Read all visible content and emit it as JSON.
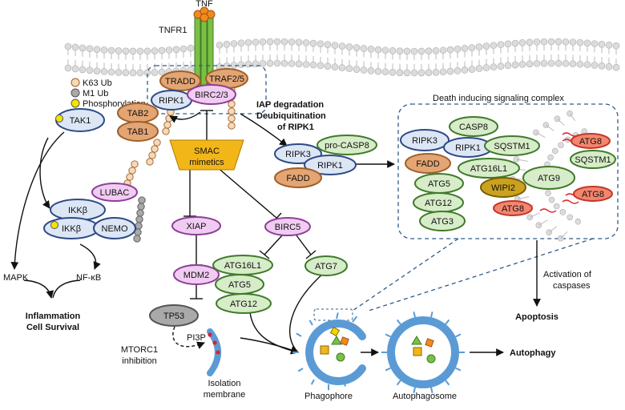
{
  "colors": {
    "blue_fill": "#dce6f5",
    "blue_stroke": "#2e4a86",
    "orange_fill": "#e4a574",
    "orange_stroke": "#a0602a",
    "green_fill": "#d7ecc8",
    "green_stroke": "#3f7a2a",
    "purple_fill": "#f0ccf2",
    "purple_stroke": "#8d3f96",
    "red_fill": "#f4856f",
    "red_stroke": "#c0392b",
    "gold_fill": "#f2b619",
    "gray_fill": "#a9a9a9",
    "wipi_fill": "#caa21e",
    "phago": "#5b9bd5"
  },
  "receptor": {
    "ligand": "TNF",
    "receptor": "TNFR1"
  },
  "legend": {
    "k63": "K63 Ub",
    "m1": "M1 Ub",
    "phos": "Phosphorylation"
  },
  "complex1": {
    "tradd": "TRADD",
    "traf": "TRAF2/5",
    "ripk1": "RIPK1",
    "birc": "BIRC2/3"
  },
  "left": {
    "tak1": "TAK1",
    "tab2": "TAB2",
    "tab1": "TAB1",
    "lubac": "LUBAC",
    "ikkb1": "IKKβ",
    "ikkb2": "IKKβ",
    "nemo": "NEMO",
    "mapk": "MAPK",
    "nfkb": "NF-κB",
    "outcome1": "Inflammation",
    "outcome2": "Cell Survival"
  },
  "smac": {
    "line1": "SMAC",
    "line2": "mimetics"
  },
  "center": {
    "xiap": "XIAP",
    "mdm2": "MDM2",
    "tp53": "TP53",
    "birc5": "BIRC5",
    "atg16l1": "ATG16L1",
    "atg5": "ATG5",
    "atg12": "ATG12",
    "atg7": "ATG7",
    "mtorc1_1": "MTORC1",
    "mtorc1_2": "inhibition",
    "pi3p": "PI3P",
    "iso1": "Isolation",
    "iso2": "membrane"
  },
  "iap": {
    "line1": "IAP degradation",
    "line2": "Deubiquitination",
    "line3": "of RIPK1",
    "ripk3": "RIPK3",
    "ripk1": "RIPK1",
    "procasp8": "pro-CASP8",
    "fadd": "FADD"
  },
  "disc": {
    "title": "Death inducing signaling complex",
    "ripk3": "RIPK3",
    "casp8": "CASP8",
    "ripk1": "RIPK1",
    "sqstm1a": "SQSTM1",
    "fadd": "FADD",
    "atg16l1": "ATG16L1",
    "atg5": "ATG5",
    "wipi2": "WIPI2",
    "atg9": "ATG9",
    "atg12": "ATG12",
    "atg3": "ATG3",
    "atg8a": "ATG8",
    "sqstm1b": "SQSTM1",
    "atg8b": "ATG8",
    "atg8c": "ATG8"
  },
  "right": {
    "act1": "Activation of",
    "act2": "caspases",
    "apoptosis": "Apoptosis",
    "autophagy": "Autophagy"
  },
  "bottom": {
    "phagophore": "Phagophore",
    "autophagosome": "Autophagosome"
  }
}
